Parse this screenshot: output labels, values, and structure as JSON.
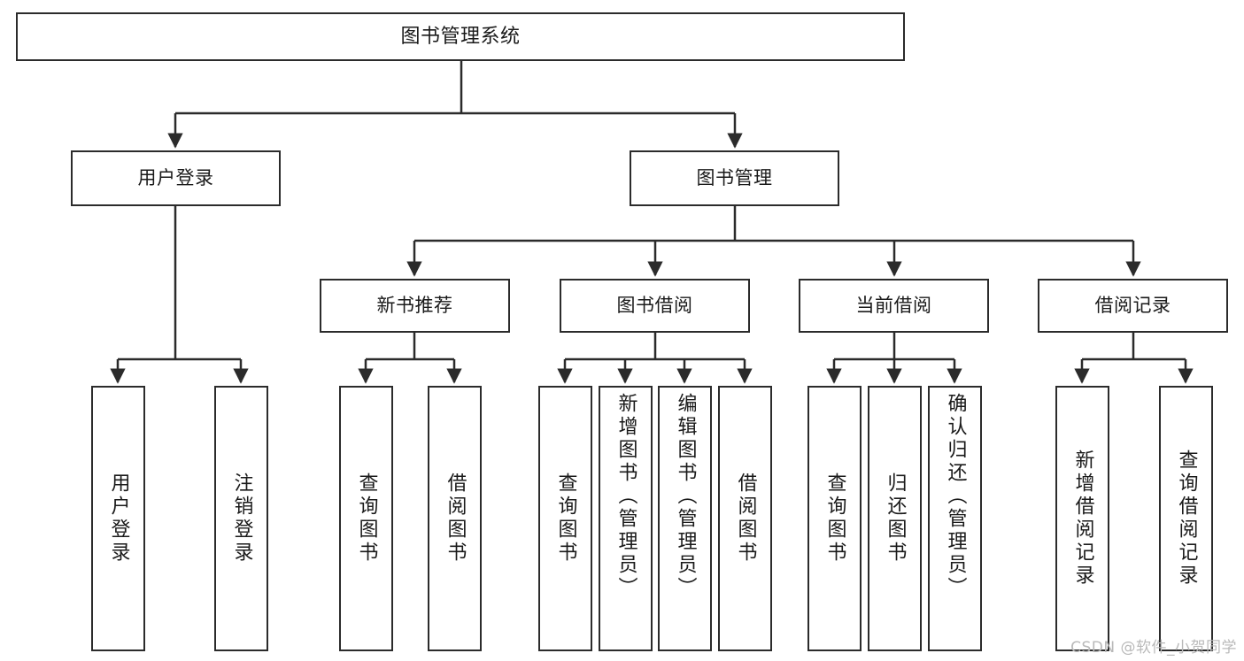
{
  "diagram": {
    "title": "图书管理系统",
    "watermark": "CSDN @软件_小贺同学",
    "line_color": "#2b2b2b",
    "box_fill": "#ffffff",
    "text_color": "#1a1a1a"
  },
  "nodes": {
    "root": {
      "label": "图书管理系统"
    },
    "level1": [
      {
        "label": "用户登录"
      },
      {
        "label": "图书管理"
      }
    ],
    "level2": [
      {
        "label": "新书推荐"
      },
      {
        "label": "图书借阅"
      },
      {
        "label": "当前借阅"
      },
      {
        "label": "借阅记录"
      }
    ],
    "leaves_user_login": [
      {
        "label": "用户登录"
      },
      {
        "label": "注销登录"
      }
    ],
    "leaves_new_books": [
      {
        "label": "查询图书"
      },
      {
        "label": "借阅图书"
      }
    ],
    "leaves_borrow": [
      {
        "label": "查询图书"
      },
      {
        "label": "新增图书（管理员）"
      },
      {
        "label": "编辑图书（管理员）"
      },
      {
        "label": "借阅图书"
      }
    ],
    "leaves_current": [
      {
        "label": "查询图书"
      },
      {
        "label": "归还图书"
      },
      {
        "label": "确认归还（管理员）"
      }
    ],
    "leaves_records": [
      {
        "label": "新增借阅记录"
      },
      {
        "label": "查询借阅记录"
      }
    ]
  }
}
